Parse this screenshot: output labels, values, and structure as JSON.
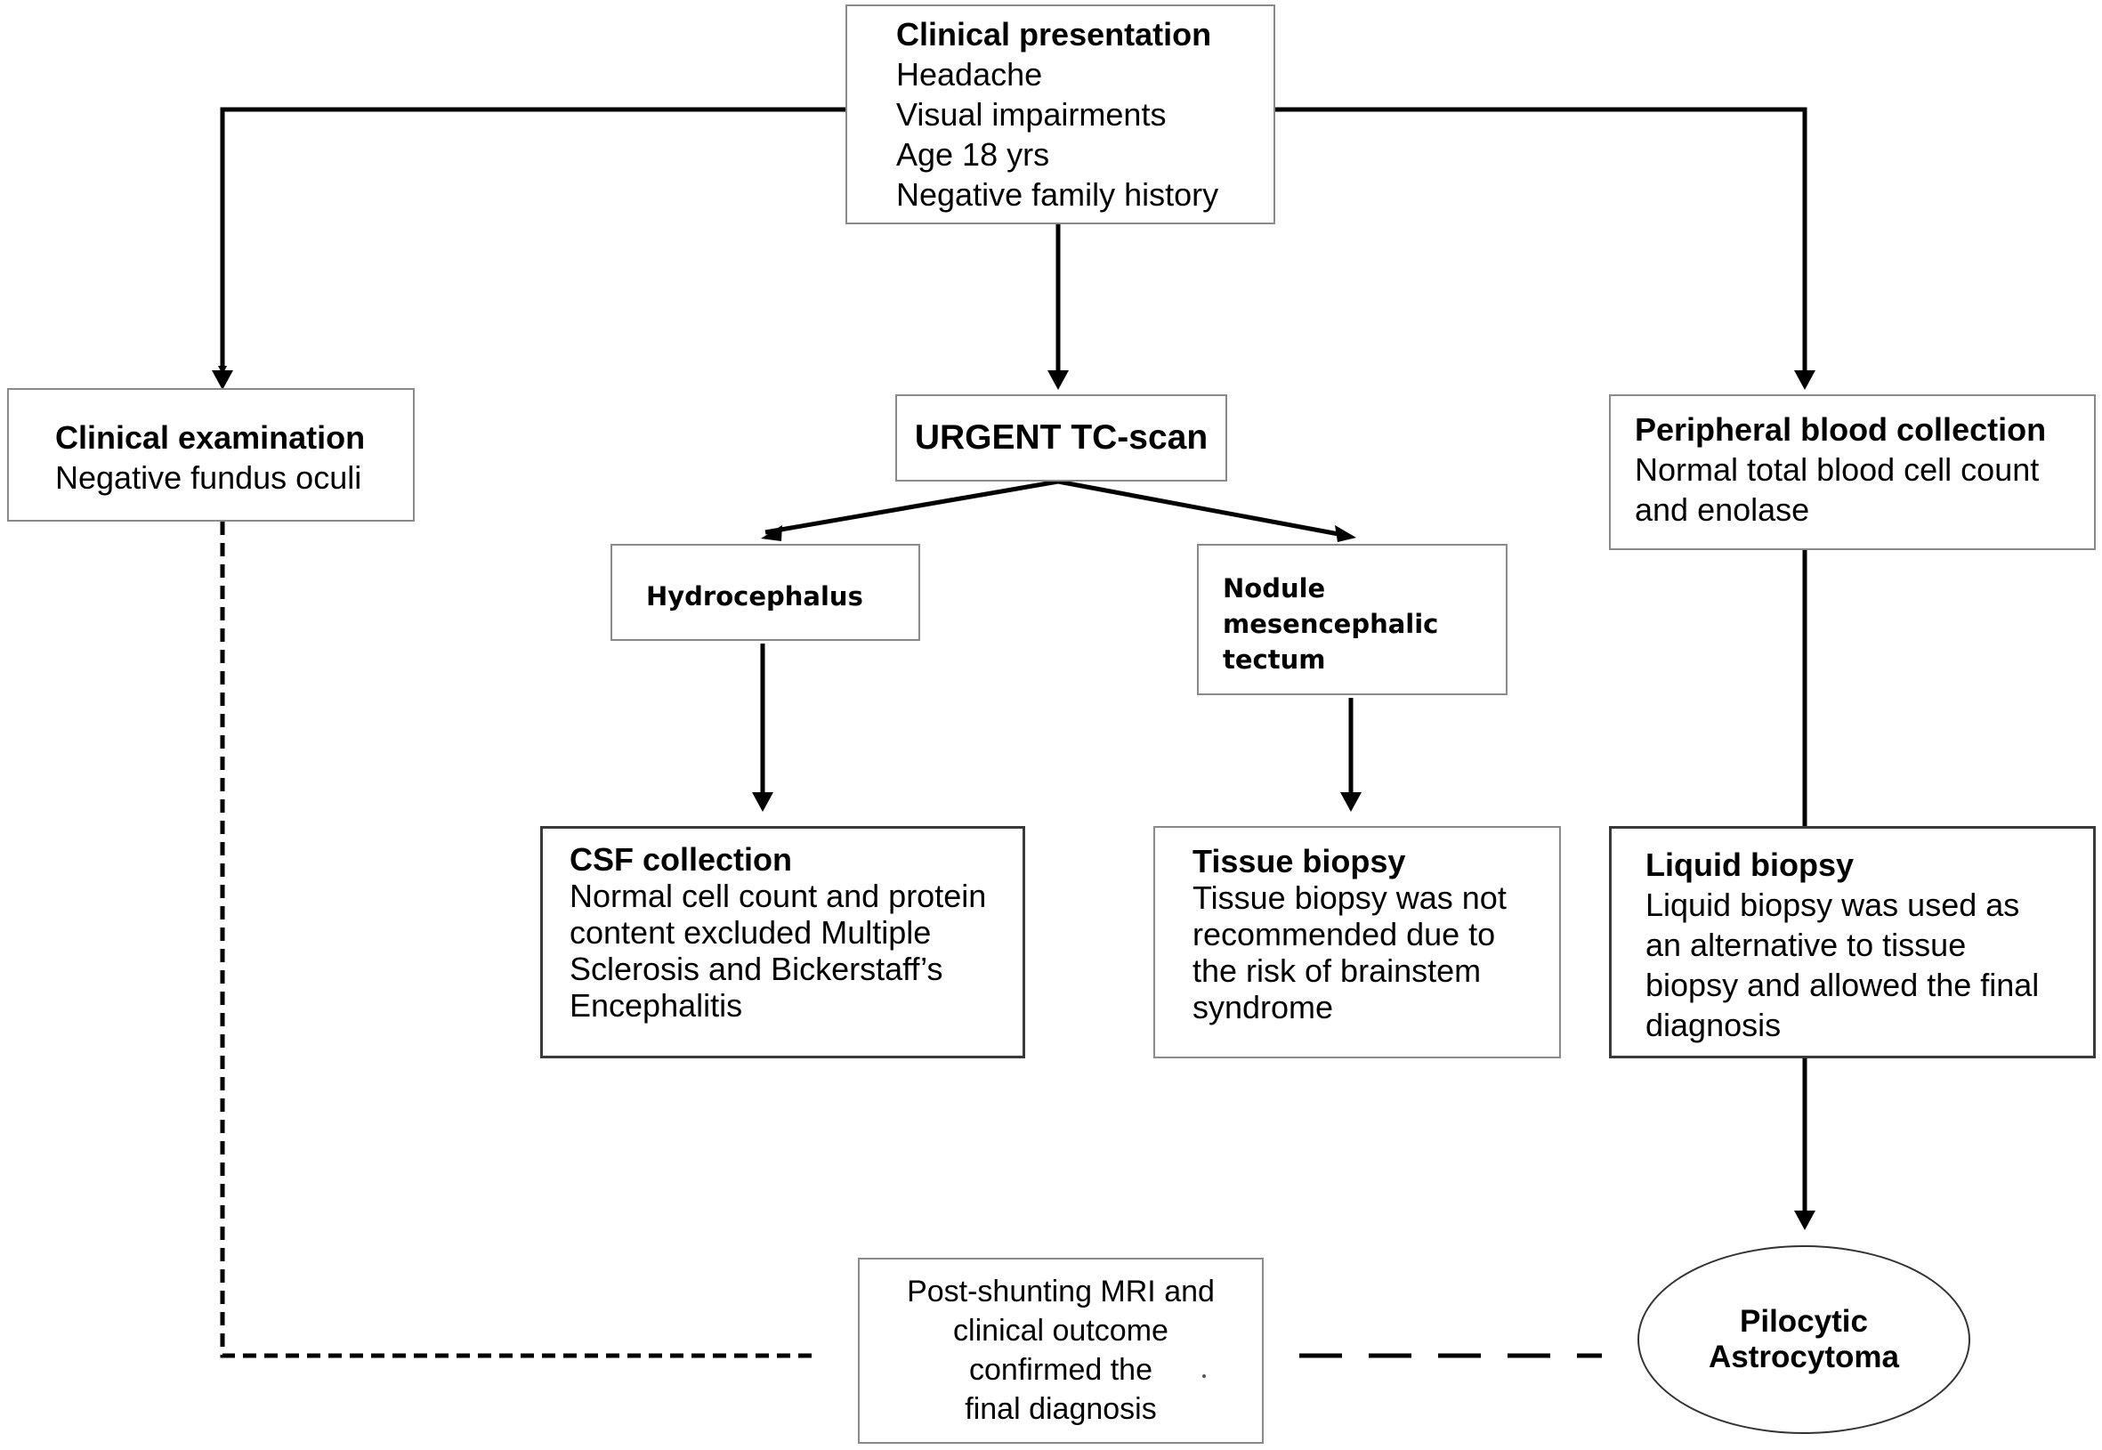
{
  "clinical_presentation": {
    "title": "Clinical presentation",
    "lines": [
      "Headache",
      "Visual impairments",
      "Age 18 yrs",
      "Negative family history"
    ]
  },
  "clinical_examination": {
    "title": "Clinical examination",
    "lines": [
      "Negative fundus oculi"
    ]
  },
  "urgent_tc_scan": {
    "title": "URGENT TC-scan"
  },
  "peripheral_blood": {
    "title": "Peripheral blood collection",
    "lines": [
      "Normal total blood cell count",
      "and enolase"
    ]
  },
  "hydrocephalus": {
    "label": "Hydrocephalus"
  },
  "nodule": {
    "lines": [
      "Nodule",
      "mesencephalic",
      "tectum"
    ]
  },
  "csf_collection": {
    "title": "CSF collection",
    "lines": [
      "Normal cell count and protein",
      "content excluded Multiple",
      "Sclerosis and Bickerstaff’s",
      "Encephalitis"
    ]
  },
  "tissue_biopsy": {
    "title": "Tissue biopsy",
    "lines": [
      "Tissue biopsy was not",
      "recommended due to",
      "the risk of brainstem",
      "syndrome"
    ]
  },
  "liquid_biopsy": {
    "title": "Liquid biopsy",
    "lines": [
      "Liquid biopsy was used as",
      "an alternative to tissue",
      "biopsy and allowed the final",
      "diagnosis"
    ]
  },
  "post_shunting": {
    "lines": [
      "Post-shunting MRI and",
      "clinical outcome",
      "confirmed the",
      "final diagnosis"
    ]
  },
  "pilocytic": {
    "lines": [
      "Pilocytic",
      "Astrocytoma"
    ]
  },
  "colors": {
    "line": "#000000",
    "box_border": "#8a8a8a",
    "box_border_dark": "#3a3a3a"
  }
}
